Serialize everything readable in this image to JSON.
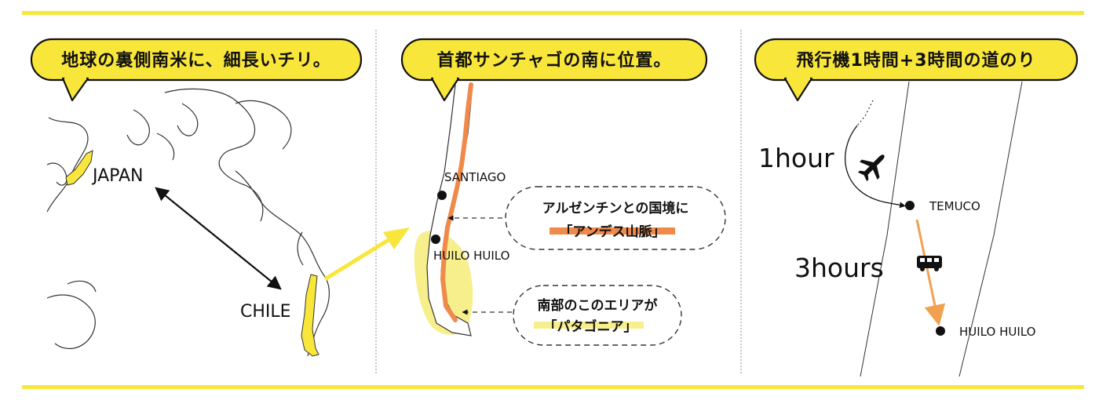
{
  "panels": [
    {
      "bubble": "地球の裏側南米に、細長いチリ。",
      "labels": {
        "japan": "JAPAN",
        "chile": "CHILE"
      }
    },
    {
      "bubble": "首都サンチャゴの南に位置。",
      "labels": {
        "santiago": "SANTIAGO",
        "huilo": "HUILO HUILO"
      },
      "note_andes": {
        "line1": "アルゼンチンとの国境に",
        "line2": "「アンデス山脈」"
      },
      "note_patagonia": {
        "line1": "南部のこのエリアが",
        "line2": "「パタゴニア」"
      }
    },
    {
      "bubble": "飛行機1時間+3時間の道のり",
      "labels": {
        "temuco": "TEMUCO",
        "huilo": "HUILO HUILO"
      },
      "legs": {
        "flight": "1hour",
        "drive": "3hours"
      }
    }
  ],
  "colors": {
    "accent_yellow": "#f9e63a",
    "route_orange": "#f2a050",
    "andes_orange": "#f08a4b",
    "highlight_yellow": "#f6ef8c"
  },
  "icons": [
    "airplane-icon",
    "bus-icon"
  ]
}
